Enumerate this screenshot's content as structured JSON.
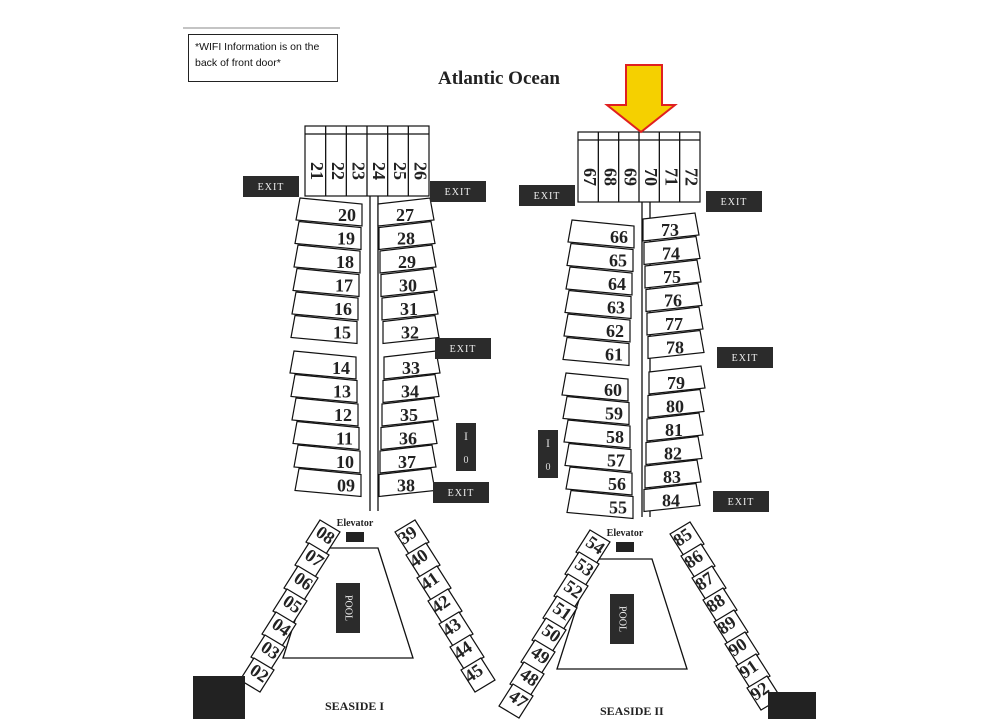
{
  "note": "*WIFI Information is on the back of front door*",
  "title": "Atlantic Ocean",
  "exit_label": "EXIT",
  "elevator_label": "Elevator",
  "pool_label": "POOL",
  "stair_glyph": "I",
  "stair_glyph2": "0",
  "buildings": [
    {
      "name": "SEASIDE I",
      "top_units": [
        "21",
        "22",
        "23",
        "24",
        "25",
        "26"
      ],
      "left_units": [
        "20",
        "19",
        "18",
        "17",
        "16",
        "15",
        "14",
        "13",
        "12",
        "11",
        "10",
        "09"
      ],
      "right_units": [
        "27",
        "28",
        "29",
        "30",
        "31",
        "32",
        "33",
        "34",
        "35",
        "36",
        "37",
        "38"
      ],
      "wing_left_units": [
        "08",
        "07",
        "06",
        "05",
        "04",
        "03",
        "02"
      ],
      "wing_right_units": [
        "39",
        "40",
        "41",
        "42",
        "43",
        "44",
        "45"
      ]
    },
    {
      "name": "SEASIDE II",
      "top_units": [
        "67",
        "68",
        "69",
        "70",
        "71",
        "72"
      ],
      "left_units": [
        "66",
        "65",
        "64",
        "63",
        "62",
        "61",
        "60",
        "59",
        "58",
        "57",
        "56",
        "55"
      ],
      "right_units": [
        "73",
        "74",
        "75",
        "76",
        "77",
        "78",
        "79",
        "80",
        "81",
        "82",
        "83",
        "84"
      ],
      "wing_left_units": [
        "54",
        "53",
        "52",
        "51",
        "50",
        "49",
        "48",
        "47"
      ],
      "wing_right_units": [
        "85",
        "86",
        "87",
        "88",
        "89",
        "90",
        "91",
        "92"
      ]
    }
  ],
  "highlight": {
    "building": "SEASIDE II",
    "unit": "69",
    "marker": "arrow"
  },
  "colors": {
    "arrow_fill": "#f5d000",
    "arrow_stroke": "#e02020",
    "exit_bg": "#2b2b2b"
  }
}
